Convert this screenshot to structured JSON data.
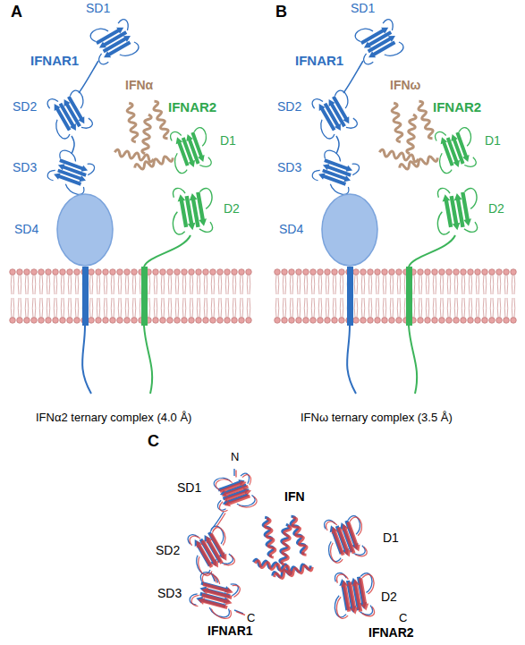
{
  "diagram": {
    "nodes": [
      {
        "text": [
          "SD4"
        ]
      },
      {
        "text": [
          "SD4"
        ]
      }
    ],
    "labels": [
      "A",
      "SD1",
      "IFNAR1",
      "SD2",
      "IFNα",
      "IFNAR2",
      "SD3",
      "D1",
      "D2",
      "IFNα2 ternary complex (4.0 Å)",
      "B",
      "SD1",
      "IFNAR1",
      "SD2",
      "IFNω",
      "IFNAR2",
      "SD3",
      "D1",
      "D2",
      "IFNω ternary complex (3.5 Å)",
      "C",
      "N",
      "SD1",
      "IFN",
      "SD2",
      "D1",
      "SD3",
      "C",
      "IFNAR1",
      "D2",
      "C",
      "IFNAR2"
    ]
  }
}
